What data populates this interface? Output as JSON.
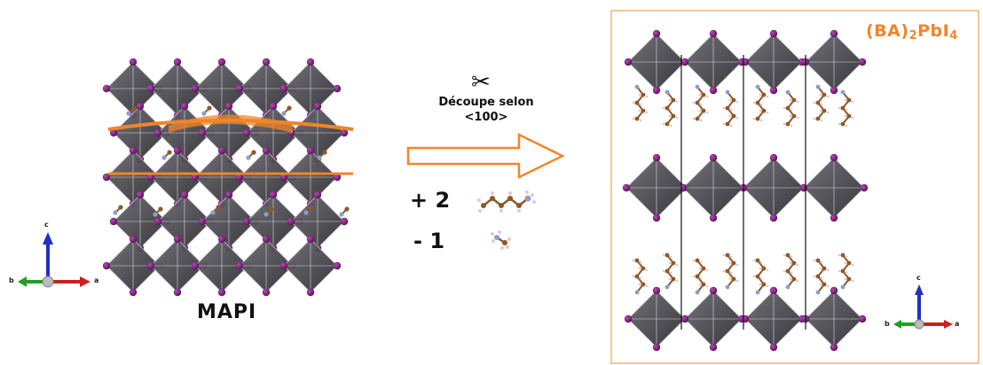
{
  "left_structure": {
    "label": "MAPI"
  },
  "transformation": {
    "scissors_icon": "✂",
    "cut_line1": "Découpe selon",
    "cut_line2": "<100>",
    "add_label": "+ 2",
    "remove_label": "- 1"
  },
  "right_structure": {
    "formula_prefix": "(BA)",
    "formula_sub1": "2",
    "formula_mid": "PbI",
    "formula_sub2": "4"
  },
  "axes_left": {
    "c": "c",
    "b": "b",
    "a": "a"
  },
  "axes_right": {
    "c": "c",
    "b": "b",
    "a": "a"
  },
  "colors": {
    "octahedron": "#4a4a4e",
    "iodine": "#7a1a7a",
    "carbon": "#8b5a2b",
    "nitrogen": "#8c9ec9",
    "hydrogen": "#e8c8c8",
    "accent_orange": "#f0862a"
  }
}
